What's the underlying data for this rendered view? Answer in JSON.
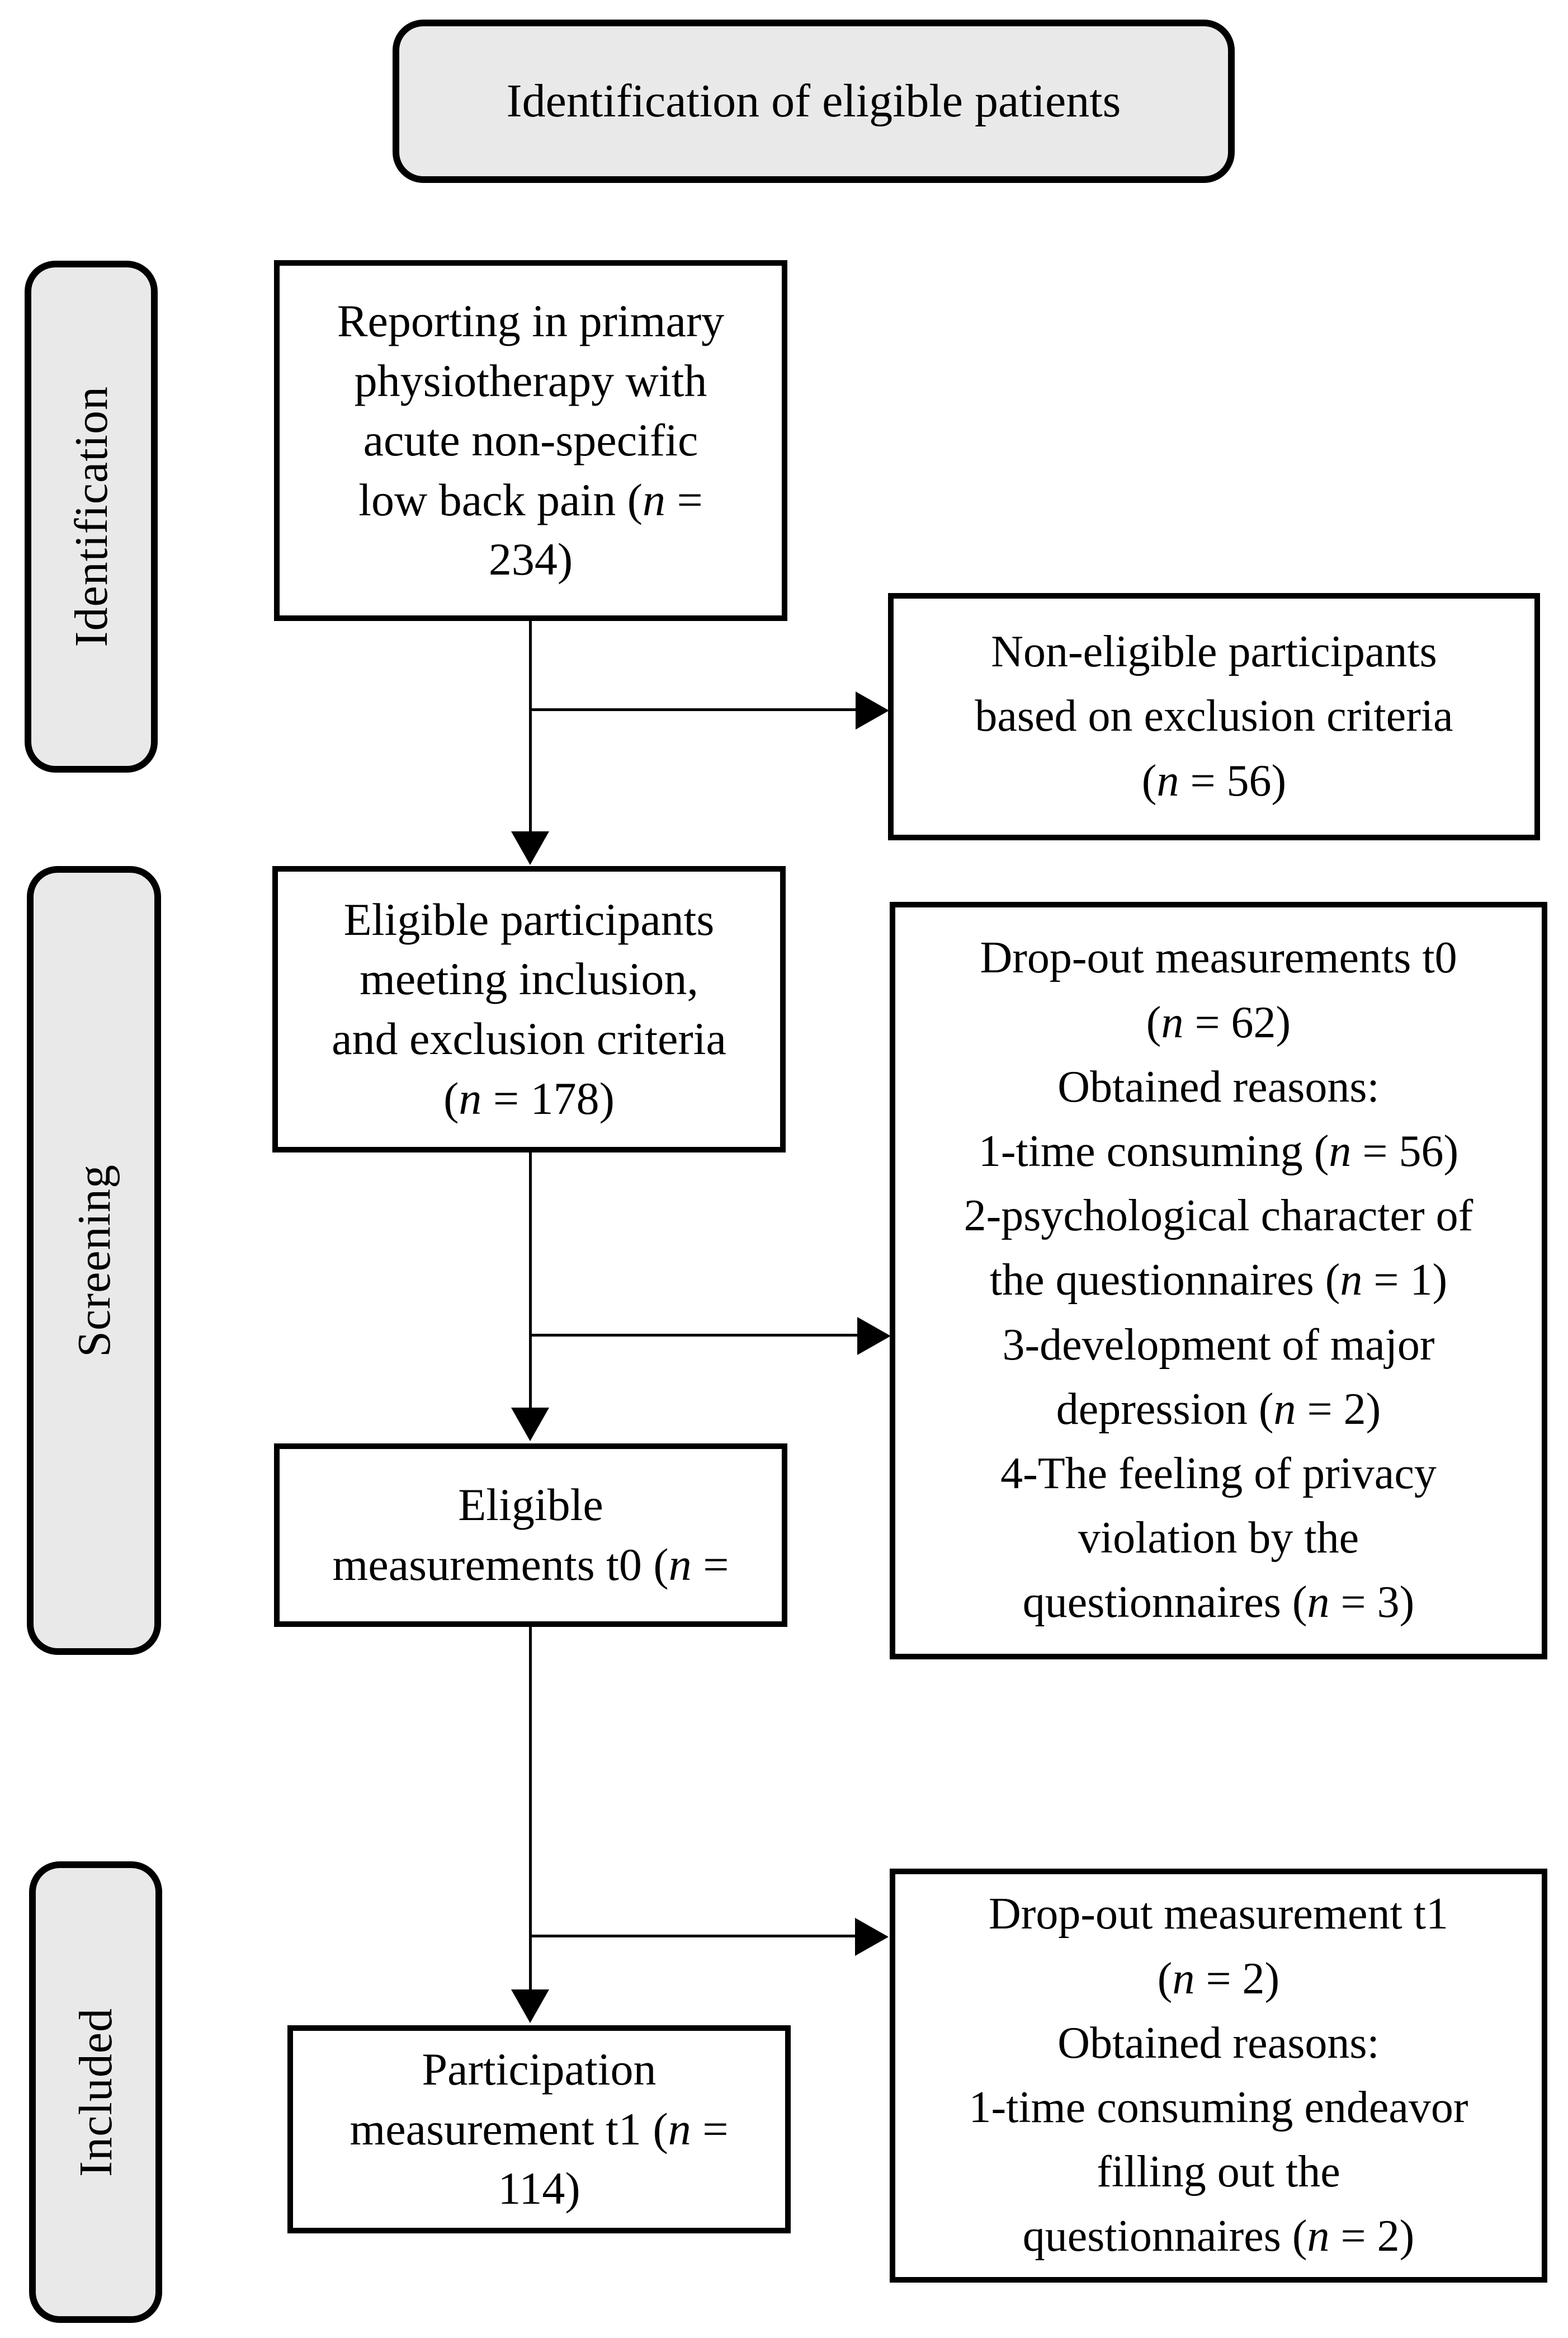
{
  "title": "Identification of eligible patients",
  "stages": [
    {
      "label": "Identification"
    },
    {
      "label": "Screening"
    },
    {
      "label": "Included"
    }
  ],
  "boxes": {
    "reporting": {
      "lines": [
        "Reporting in primary",
        "physiotherapy with",
        "acute non-specific",
        "low back pain (n =",
        "234)"
      ]
    },
    "non_eligible": {
      "lines": [
        "Non-eligible participants",
        "based on exclusion criteria",
        "(n = 56)"
      ]
    },
    "eligible_participants": {
      "lines": [
        "Eligible participants",
        "meeting inclusion,",
        "and exclusion criteria",
        "(n = 178)"
      ]
    },
    "dropout_t0": {
      "lines": [
        "Drop-out measurements t0",
        "(n = 62)",
        "Obtained reasons:",
        "1-time consuming (n = 56)",
        "2-psychological character of",
        "the questionnaires (n = 1)",
        "3-development of major",
        "depression (n = 2)",
        "4-The feeling of privacy",
        "violation by the",
        "questionnaires (n = 3)"
      ]
    },
    "eligible_measurements": {
      "lines": [
        "Eligible",
        "measurements t0 (n ="
      ]
    },
    "participation": {
      "lines": [
        "Participation",
        "measurement t1 (n =",
        "114)"
      ]
    },
    "dropout_t1": {
      "lines": [
        "Drop-out measurement t1",
        "(n = 2)",
        "Obtained reasons:",
        "1-time consuming endeavor",
        "filling out the",
        "questionnaires (n = 2)"
      ]
    }
  },
  "palette": {
    "stage_fill": "#e9e9e9",
    "box_fill": "#ffffff",
    "ink": "#000000"
  }
}
